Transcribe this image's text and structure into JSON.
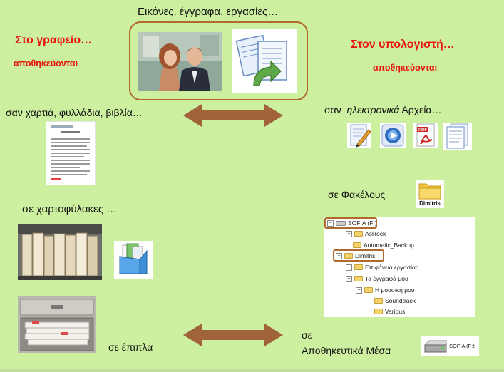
{
  "header": {
    "text": "Εικόνες,  έγγραφα,  εργασίες…"
  },
  "left": {
    "title": "Στο γραφείο…",
    "subtitle": "αποθηκεύονται",
    "as_text": "σαν  χαρτιά, φυλλάδια, βιβλία…",
    "in_briefcases": "σε  χαρτοφύλακες …",
    "in_furniture": "σε έπιπλα"
  },
  "right": {
    "title": "Στον υπολογιστή…",
    "subtitle": "αποθηκεύονται",
    "as_prefix": "σαν",
    "as_italic": "ηλεκτρονικά",
    "as_suffix": "Αρχεία…",
    "folders_text": "σε Φακέλους",
    "folder_label": "Dimitris",
    "media_line1": "σε",
    "media_line2": "Αποθηκευτικά Μέσα",
    "drive_label": "SOFIA (F:)"
  },
  "tree": {
    "items": [
      {
        "label": "SOFIA (F:)"
      },
      {
        "label": "AsRock"
      },
      {
        "label": "Automatic_Backup"
      },
      {
        "label": "Dimitris"
      },
      {
        "label": "Επιφάνεια εργασίας"
      },
      {
        "label": "Τα έγγραφά μου"
      },
      {
        "label": "Η μουσική μου"
      },
      {
        "label": "Soundtrack"
      },
      {
        "label": "Various"
      }
    ]
  },
  "icons": {
    "photo": "couple-photo",
    "documents": "documents-refresh-icon",
    "paper": "paper-document-icon",
    "file_types": [
      "write-document-icon",
      "media-player-icon",
      "pdf-icon",
      "text-file-icon"
    ],
    "folder": "folder-icon",
    "binders": "binders-photo",
    "magazine_file": "magazine-file-icon",
    "cabinet": "file-cabinet-photo",
    "drive": "removable-drive-icon"
  },
  "colors": {
    "background": "#cdf0a0",
    "accent_red": "#e8140e",
    "arrow": "#a0633a"
  }
}
